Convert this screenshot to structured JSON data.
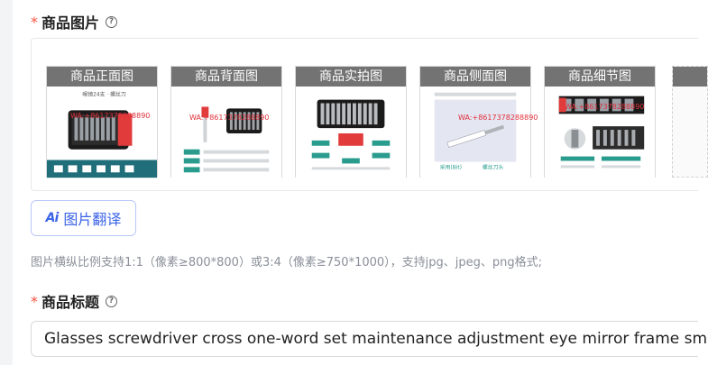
{
  "product_images": {
    "required_mark": "*",
    "label": "商品图片",
    "help_icon": "question-circle-icon",
    "thumbnails": [
      {
        "caption": "商品正面图",
        "watermark": "WA:+8617378288890"
      },
      {
        "caption": "商品背面图",
        "watermark": "WA:+8617378288890"
      },
      {
        "caption": "商品实拍图",
        "watermark": ""
      },
      {
        "caption": "商品侧面图",
        "watermark": "WA:+8617378288890"
      },
      {
        "caption": "商品细节图",
        "watermark": "WA:+8617378288890"
      }
    ]
  },
  "ai_translate": {
    "icon": "ai-icon",
    "icon_text": "Ai",
    "label": "图片翻译"
  },
  "hint": "图片横纵比例支持1:1（像素≥800*800）或3:4（像素≥750*1000），支持jpg、jpeg、png格式;",
  "product_title": {
    "required_mark": "*",
    "label": "商品标题",
    "help_icon": "question-circle-icon",
    "value": "Glasses screwdriver cross one-word set maintenance adjustment eye mirror frame sm"
  },
  "colors": {
    "required": "#f5533d",
    "accent": "#3b63e6",
    "hint": "#8a8f99",
    "caption_bg": "#5a5a5a"
  }
}
